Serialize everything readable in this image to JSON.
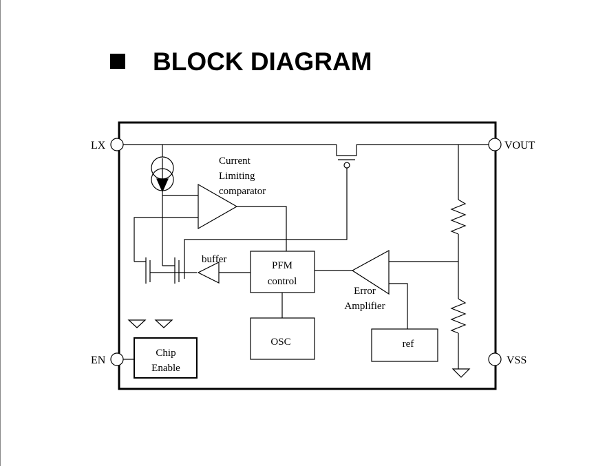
{
  "title": "BLOCK DIAGRAM",
  "pins": {
    "lx": "LX",
    "vout": "VOUT",
    "en": "EN",
    "vss": "VSS"
  },
  "blocks": {
    "current_comparator": [
      "Current",
      "Limiting",
      "comparator"
    ],
    "buffer": "buffer",
    "pfm_control": [
      "PFM",
      "control"
    ],
    "error_amplifier": [
      "Error",
      "Amplifier"
    ],
    "osc": "OSC",
    "ref": "ref",
    "chip_enable": [
      "Chip",
      "Enable"
    ]
  }
}
